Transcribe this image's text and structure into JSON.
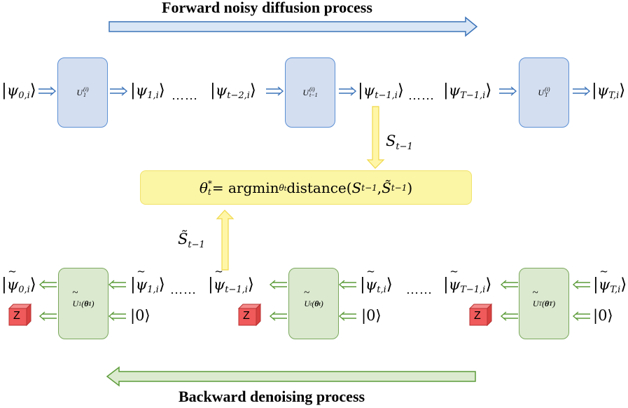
{
  "titles": {
    "forward": "Forward noisy diffusion process",
    "backward": "Backward denoising process"
  },
  "forward_chain": {
    "kets": [
      {
        "sym": "ψ",
        "sub": "0,i"
      },
      {
        "sym": "ψ",
        "sub": "1,i"
      },
      {
        "sym": "ψ",
        "sub": "t−2,i"
      },
      {
        "sym": "ψ",
        "sub": "t−1,i"
      },
      {
        "sym": "ψ",
        "sub": "T−1,i"
      },
      {
        "sym": "ψ",
        "sub": "T,i"
      }
    ],
    "unitaries": [
      {
        "label": "U",
        "sup": "(i)",
        "sub": "1"
      },
      {
        "label": "U",
        "sup": "(i)",
        "sub": "t−1"
      },
      {
        "label": "U",
        "sup": "(i)",
        "sub": "T"
      }
    ],
    "dots": "……"
  },
  "backward_chain": {
    "kets": [
      {
        "sym": "ψ",
        "sub": "0,i"
      },
      {
        "sym": "ψ",
        "sub": "1,i"
      },
      {
        "sym": "ψ",
        "sub": "t−1,i"
      },
      {
        "sym": "ψ",
        "sub": "t,i"
      },
      {
        "sym": "ψ",
        "sub": "T−1,i"
      },
      {
        "sym": "ψ",
        "sub": "T,i"
      }
    ],
    "zero_ket": "|0⟩",
    "unitaries": [
      {
        "label": "U",
        "sub": "1",
        "param": "θ",
        "param_sub": "1"
      },
      {
        "label": "U",
        "sub": "t",
        "param": "θ",
        "param_sub": "t"
      },
      {
        "label": "U",
        "sub": "T",
        "param": "θ",
        "param_sub": "T"
      }
    ],
    "measure_label": "Z",
    "dots": "……"
  },
  "formula": {
    "lhs": "θ",
    "lhs_sub": "t",
    "lhs_sup": "*",
    "eq": " = argmin",
    "argmin_sub": "θ",
    "argmin_sub_sub": "t",
    "fn": "distance(",
    "s1": "S",
    "s1_sub": "t−1",
    "sep": ", ",
    "s2": "S̃",
    "s2_sub": "t−1",
    "close": ")"
  },
  "labels": {
    "s_top": "S",
    "s_top_sub": "t−1",
    "s_bottom": "S̃",
    "s_bottom_sub": "t−1"
  },
  "colors": {
    "forward_arrow": "#d9e6f5",
    "forward_border": "#3b73b9",
    "backward_arrow": "#dcebcf",
    "backward_border": "#5d9c3a",
    "yellow_arrow": "#fff6a8",
    "yellow_border": "#f0d84a",
    "z_cube": "#f05a5a"
  }
}
